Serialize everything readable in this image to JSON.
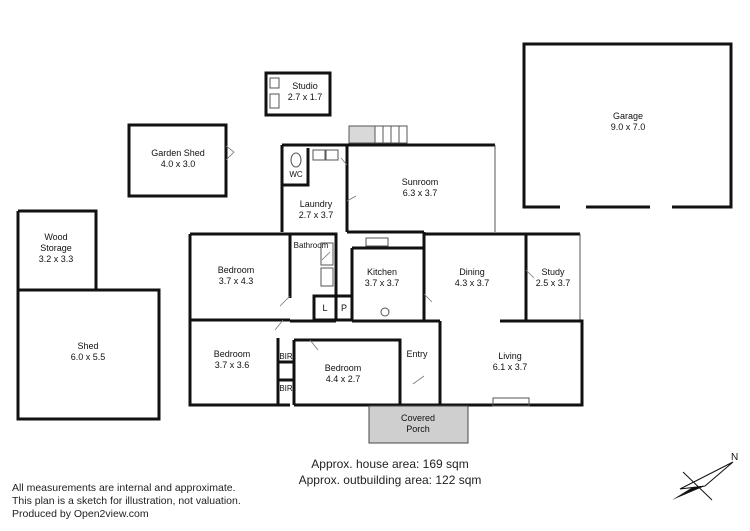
{
  "rooms": {
    "studio": {
      "name": "Studio",
      "size": "2.7 x 1.7"
    },
    "garden_shed": {
      "name": "Garden Shed",
      "size": "4.0 x 3.0"
    },
    "garage": {
      "name": "Garage",
      "size": "9.0 x 7.0"
    },
    "wc": {
      "name": "WC"
    },
    "laundry": {
      "name": "Laundry",
      "size": "2.7 x 3.7"
    },
    "sunroom": {
      "name": "Sunroom",
      "size": "6.3 x 3.7"
    },
    "wood_storage": {
      "name_line1": "Wood",
      "name_line2": "Storage",
      "size": "3.2 x 3.3"
    },
    "bathroom": {
      "name": "Bathroom"
    },
    "bedroom1": {
      "name": "Bedroom",
      "size": "3.7 x 4.3"
    },
    "kitchen": {
      "name": "Kitchen",
      "size": "3.7 x 3.7"
    },
    "dining": {
      "name": "Dining",
      "size": "4.3 x 3.7"
    },
    "study": {
      "name": "Study",
      "size": "2.5 x 3.7"
    },
    "linen": {
      "name": "L"
    },
    "pantry": {
      "name": "P"
    },
    "shed": {
      "name": "Shed",
      "size": "6.0 x 5.5"
    },
    "bedroom2": {
      "name": "Bedroom",
      "size": "3.7 x 3.6"
    },
    "bir1": {
      "name": "BIR"
    },
    "bir2": {
      "name": "BIR"
    },
    "bedroom3": {
      "name": "Bedroom",
      "size": "4.4 x 2.7"
    },
    "entry": {
      "name": "Entry"
    },
    "living": {
      "name": "Living",
      "size": "6.1 x 3.7"
    },
    "covered_porch": {
      "name_line1": "Covered",
      "name_line2": "Porch"
    }
  },
  "compass": {
    "north_label": "N"
  },
  "footer": {
    "disclaimer_line1": "All measurements are internal and approximate.",
    "disclaimer_line2": "This plan is a sketch for illustration, not valuation.",
    "produced_by": "Produced by Open2view.com",
    "house_area": "Approx. house area: 169 sqm",
    "outbuilding_area": "Approx. outbuilding area: 122 sqm"
  },
  "colors": {
    "walls": "#111111",
    "porch_fill": "#cfcfcf"
  }
}
